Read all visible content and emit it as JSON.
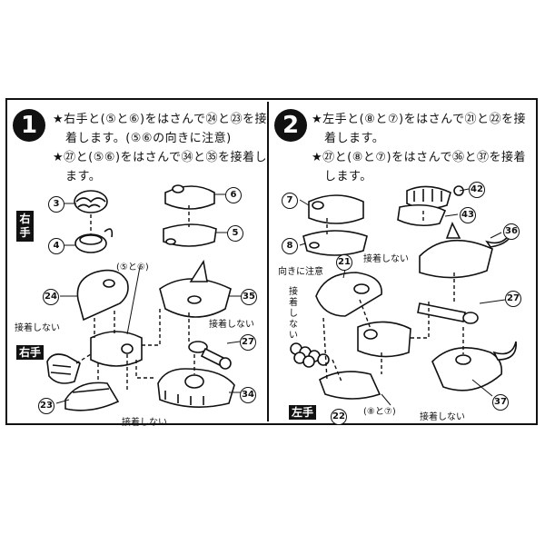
{
  "step1": {
    "number": "1",
    "line1": "★右手と(⑤と⑥)をはさんで㉔と㉓を接",
    "line2": "着します。(⑤⑥の向きに注意)",
    "line3": "★㉗と(⑤⑥)をはさんで㉞と㉟を接着し",
    "line4": "ます。",
    "tag_vertical": "右手",
    "tag_horizontal": "右手",
    "callout_center": "(⑤と⑥)",
    "no_glue_left": "接着しない",
    "no_glue_right": "接着しない",
    "no_glue_bottom": "接着しない",
    "parts": [
      "3",
      "4",
      "6",
      "5",
      "24",
      "35",
      "27",
      "23",
      "34"
    ]
  },
  "step2": {
    "number": "2",
    "line1": "★左手と(⑧と⑦)をはさんで㉑と㉒を接",
    "line2": "着します。",
    "line3": "★㉗と(⑧と⑦)をはさんで㊱と㊲を接着",
    "line4": "します。",
    "tag_horizontal": "左手",
    "orientation_note": "向きに注意",
    "callout_bottom": "(⑧と⑦)",
    "no_glue_top": "接着しない",
    "no_glue_left": "接着しない",
    "no_glue_bottom": "接着しない",
    "parts": [
      "7",
      "8",
      "42",
      "43",
      "36",
      "21",
      "27",
      "22",
      "37"
    ]
  }
}
